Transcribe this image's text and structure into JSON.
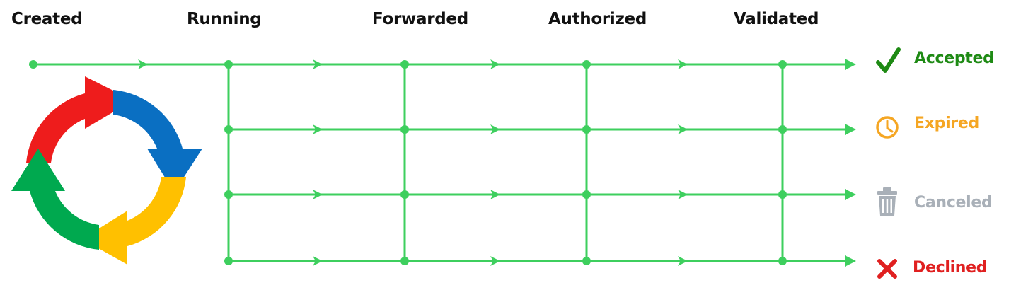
{
  "stages": [
    "Created",
    "Running",
    "Forwarded",
    "Authorized",
    "Validated"
  ],
  "outcomes": [
    {
      "label": "Accepted",
      "color": "#1e8a14",
      "icon": "checkmark-icon"
    },
    {
      "label": "Expired",
      "color": "#f5a623",
      "icon": "clock-icon"
    },
    {
      "label": "Canceled",
      "color": "#a9b0b8",
      "icon": "trash-icon"
    },
    {
      "label": "Declined",
      "color": "#e02020",
      "icon": "x-icon"
    }
  ],
  "line_color": "#3ecf5e",
  "cycle_colors": [
    "#ee1c1c",
    "#0a6fc2",
    "#ffc000",
    "#00a94f"
  ],
  "cycle_icon": "lifecycle-arrows-icon"
}
